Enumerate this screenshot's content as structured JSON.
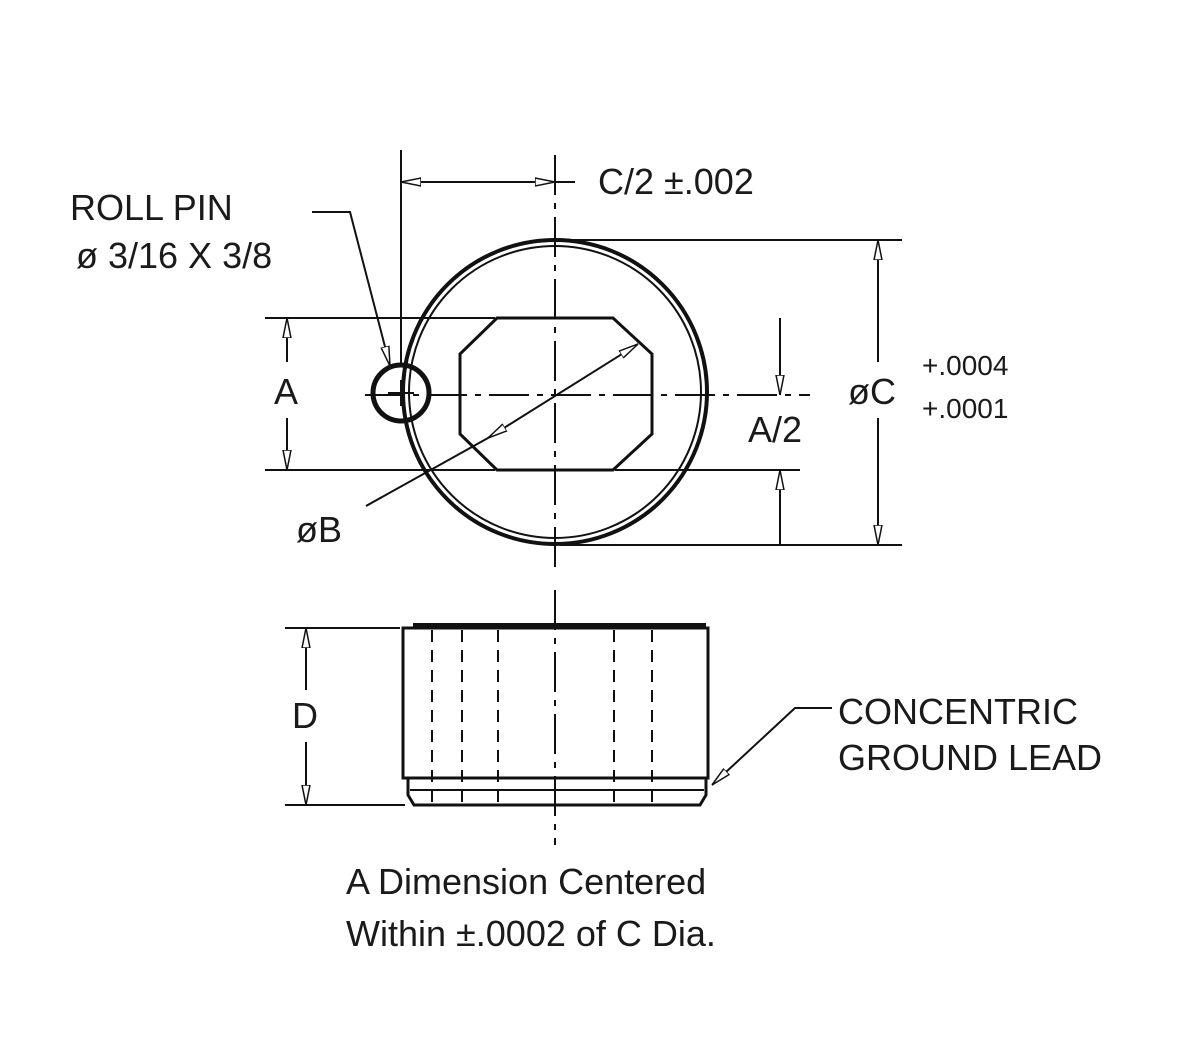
{
  "labels": {
    "roll_pin": "ROLL PIN",
    "roll_pin_size": "ø 3/16 X 3/8",
    "half_c": "C/2 ±.002",
    "dim_a": "A",
    "dim_half_a": "A/2",
    "dim_b": "øB",
    "dim_c": "øC",
    "tol_upper": "+.0004",
    "tol_lower": "+.0001",
    "dim_d": "D",
    "concentric_1": "CONCENTRIC",
    "concentric_2": "GROUND LEAD",
    "note_1": "A Dimension Centered",
    "note_2": "Within ±.0002 of C Dia."
  }
}
